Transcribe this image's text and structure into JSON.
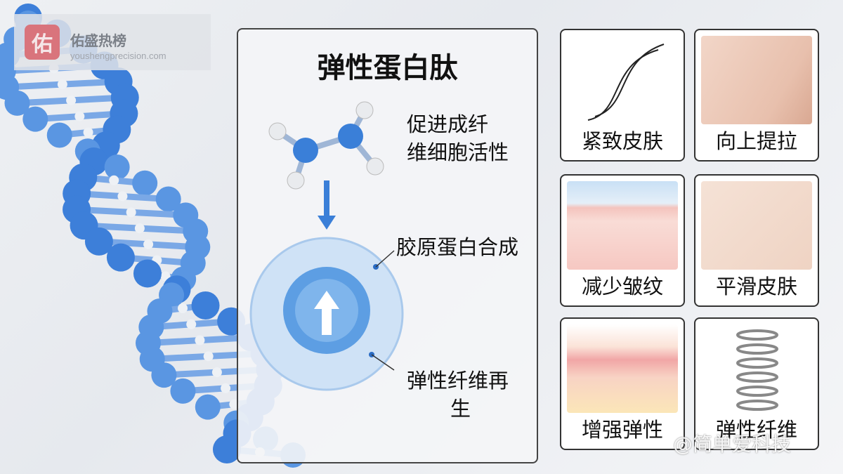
{
  "watermark": {
    "logo_char": "佑",
    "name": "佑盛热榜",
    "url": "youshengprecision.com"
  },
  "panel": {
    "title": "弹性蛋白肽",
    "step1": [
      "促进成纤",
      "维细胞活性"
    ],
    "step2": "胶原蛋白合成",
    "step3": [
      "弹性纤维再",
      "生"
    ]
  },
  "cards": [
    {
      "label": "紧致皮肤",
      "icon": "curve-lines-icon"
    },
    {
      "label": "向上提拉",
      "icon": "face-skin-icon"
    },
    {
      "label": "减少皱纹",
      "icon": "skin-layer-icon"
    },
    {
      "label": "平滑皮肤",
      "icon": "smooth-skin-icon"
    },
    {
      "label": "增强弹性",
      "icon": "skin-layer-icon"
    },
    {
      "label": "弹性纤维",
      "icon": "spring-icon"
    }
  ],
  "stamp": "@简单爱科技",
  "colors": {
    "accent": "#3a7fd8",
    "border": "#333333"
  }
}
